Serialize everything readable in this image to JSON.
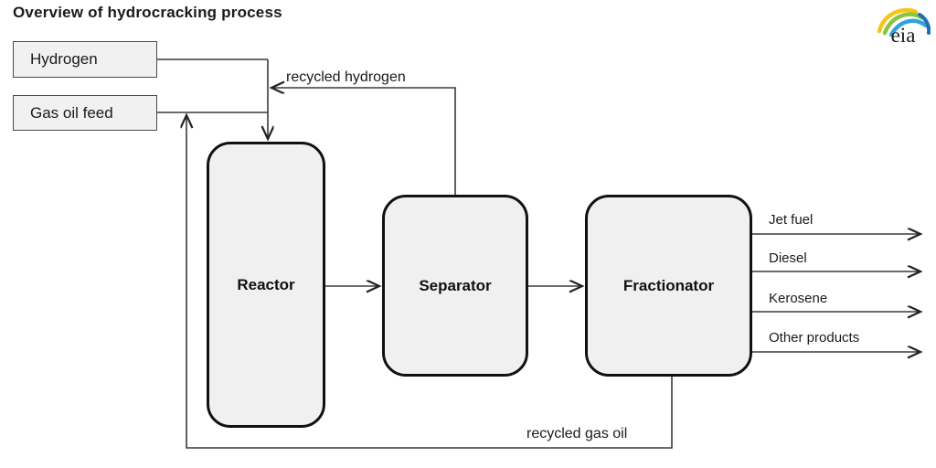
{
  "title": "Overview of hydrocracking process",
  "logo": {
    "name": "eia-logo",
    "wordmark": "eia",
    "arc_colors": [
      "#f5c518",
      "#8cc63f",
      "#2fa3dd",
      "#1b6fb5"
    ]
  },
  "colors": {
    "unit_fill": "#f0f0f0",
    "unit_stroke": "#111111",
    "feed_fill": "#f1f1f1",
    "feed_stroke": "#4a4a4a",
    "wire": "#3a3a3a",
    "text": "#1a1a1a"
  },
  "feeds": [
    {
      "id": "hydrogen",
      "label": "Hydrogen"
    },
    {
      "id": "gas-oil-feed",
      "label": "Gas oil feed"
    }
  ],
  "units": [
    {
      "id": "reactor",
      "label": "Reactor"
    },
    {
      "id": "separator",
      "label": "Separator"
    },
    {
      "id": "fractionator",
      "label": "Fractionator"
    }
  ],
  "flows": [
    {
      "id": "recycled-hydrogen",
      "label": "recycled hydrogen",
      "from": "separator",
      "to": "reactor-inlet"
    },
    {
      "id": "recycled-gas-oil",
      "label": "recycled gas oil",
      "from": "fractionator",
      "to": "reactor-inlet"
    }
  ],
  "products": [
    {
      "id": "jet-fuel",
      "label": "Jet fuel"
    },
    {
      "id": "diesel",
      "label": "Diesel"
    },
    {
      "id": "kerosene",
      "label": "Kerosene"
    },
    {
      "id": "other-products",
      "label": "Other products"
    }
  ]
}
